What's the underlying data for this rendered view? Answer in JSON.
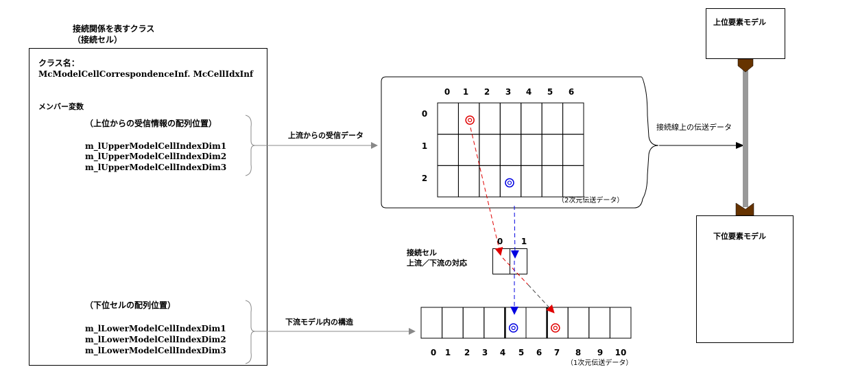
{
  "class_panel": {
    "title_line1": "接続関係を表すクラス",
    "title_line2": "（接続セル）",
    "class_name_label": "クラス名：",
    "class_name": "McModelCellCorrespondenceInf. McCellIdxInf",
    "members_label": "メンバー変数",
    "upper_group": {
      "heading": "（上位からの受信情報の配列位置）",
      "members": [
        "m_lUpperModelCellIndexDim1",
        "m_lUpperModelCellIndexDim2",
        "m_lUpperModelCellIndexDim3"
      ]
    },
    "lower_group": {
      "heading": "（下位セルの配列位置）",
      "members": [
        "m_lLowerModelCellIndexDim1",
        "m_lLowerModelCellIndexDim2",
        "m_lLowerModelCellIndexDim3"
      ]
    }
  },
  "arrows": {
    "upstream_label": "上流からの受信データ",
    "downstream_label": "下流モデル内の構造",
    "link_label": "接続線上の伝送データ"
  },
  "grid2d": {
    "col_labels": [
      "0",
      "1",
      "2",
      "3",
      "4",
      "5",
      "6"
    ],
    "row_labels": [
      "0",
      "1",
      "2"
    ],
    "caption": "（2次元伝送データ）",
    "red_marker": {
      "row": 0,
      "col": 1
    },
    "blue_marker": {
      "row": 2,
      "col": 3
    }
  },
  "connection_cell": {
    "label_line1": "接続セル",
    "label_line2": "上流／下流の対応",
    "index_labels": [
      "0",
      "1"
    ]
  },
  "array1d": {
    "index_labels": [
      "0",
      "1",
      "2",
      "3",
      "4",
      "5",
      "6",
      "7",
      "8",
      "9",
      "10"
    ],
    "caption": "（1次元伝送データ）",
    "blue_marker_cell": 4,
    "red_marker_cell": 6
  },
  "models": {
    "upper": "上位要素モデル",
    "lower": "下位要素モデル"
  },
  "colors": {
    "red": "#e00000",
    "blue": "#0000e0",
    "connector": "#663300",
    "bar": "#999999"
  }
}
